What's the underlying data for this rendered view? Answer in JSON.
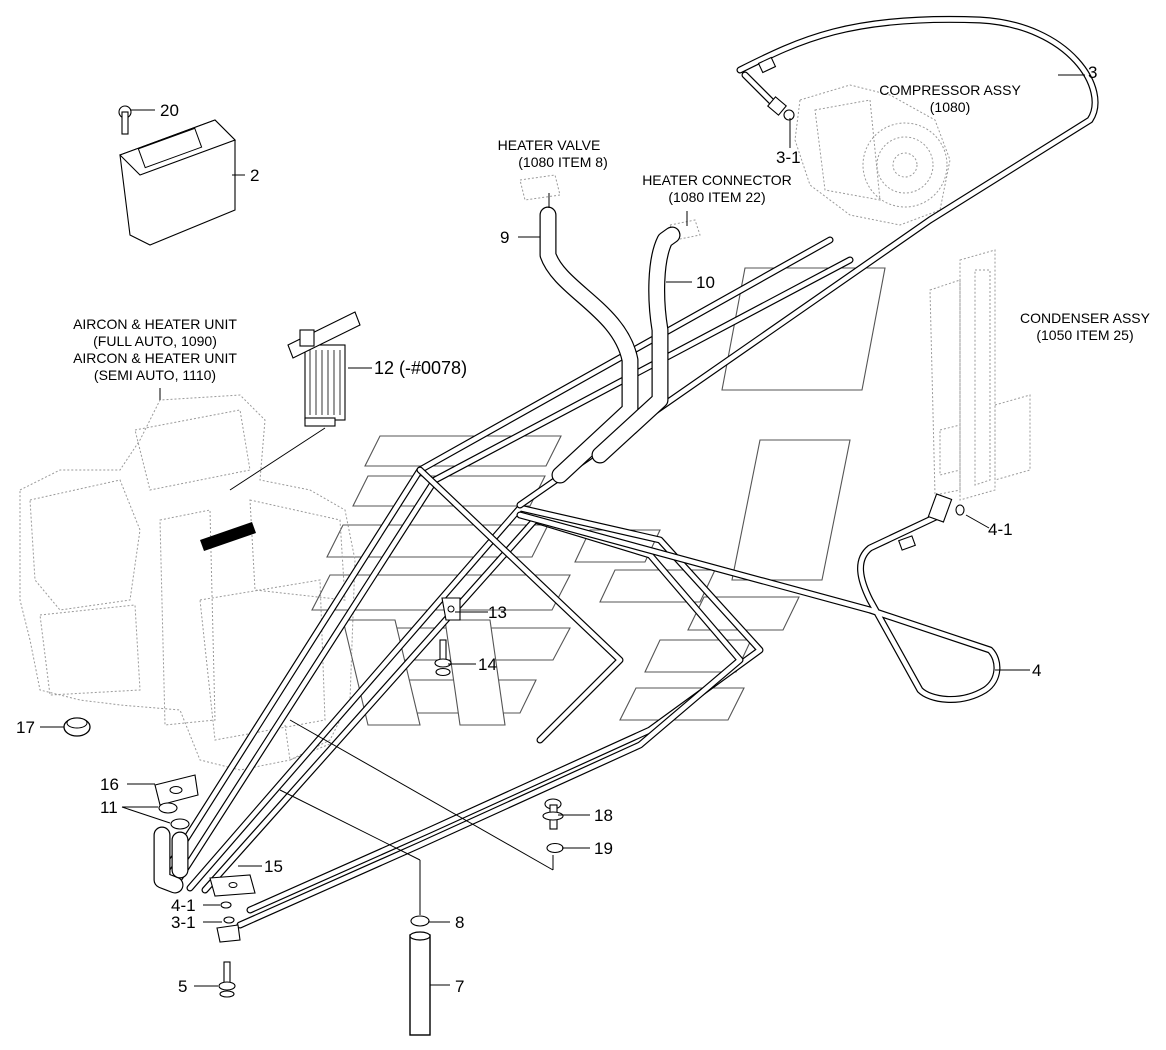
{
  "diagram": {
    "parts": [
      {
        "id": "p20",
        "label": "20"
      },
      {
        "id": "p2",
        "label": "2"
      },
      {
        "id": "p3",
        "label": "3"
      },
      {
        "id": "p3-1-top",
        "label": "3-1"
      },
      {
        "id": "p9",
        "label": "9"
      },
      {
        "id": "p10",
        "label": "10"
      },
      {
        "id": "p12",
        "label": "12 (-#0078)"
      },
      {
        "id": "p13",
        "label": "13"
      },
      {
        "id": "p14",
        "label": "14"
      },
      {
        "id": "p4-1-right",
        "label": "4-1"
      },
      {
        "id": "p4",
        "label": "4"
      },
      {
        "id": "p17",
        "label": "17"
      },
      {
        "id": "p16",
        "label": "16"
      },
      {
        "id": "p11",
        "label": "11"
      },
      {
        "id": "p18",
        "label": "18"
      },
      {
        "id": "p19",
        "label": "19"
      },
      {
        "id": "p15",
        "label": "15"
      },
      {
        "id": "p4-1-left",
        "label": "4-1"
      },
      {
        "id": "p3-1-left",
        "label": "3-1"
      },
      {
        "id": "p8",
        "label": "8"
      },
      {
        "id": "p5",
        "label": "5"
      },
      {
        "id": "p7",
        "label": "7"
      }
    ],
    "assemblies": {
      "compressor": [
        "COMPRESSOR ASSY",
        "(1080)"
      ],
      "heater_valve": [
        "HEATER VALVE",
        "(1080 ITEM 8)"
      ],
      "heater_connector": [
        "HEATER CONNECTOR",
        "(1080 ITEM 22)"
      ],
      "condenser": [
        "CONDENSER ASSY",
        "(1050 ITEM 25)"
      ],
      "aircon_unit": [
        "AIRCON & HEATER UNIT",
        "(FULL AUTO, 1090)",
        "AIRCON & HEATER UNIT",
        "(SEMI AUTO, 1110)"
      ]
    }
  }
}
